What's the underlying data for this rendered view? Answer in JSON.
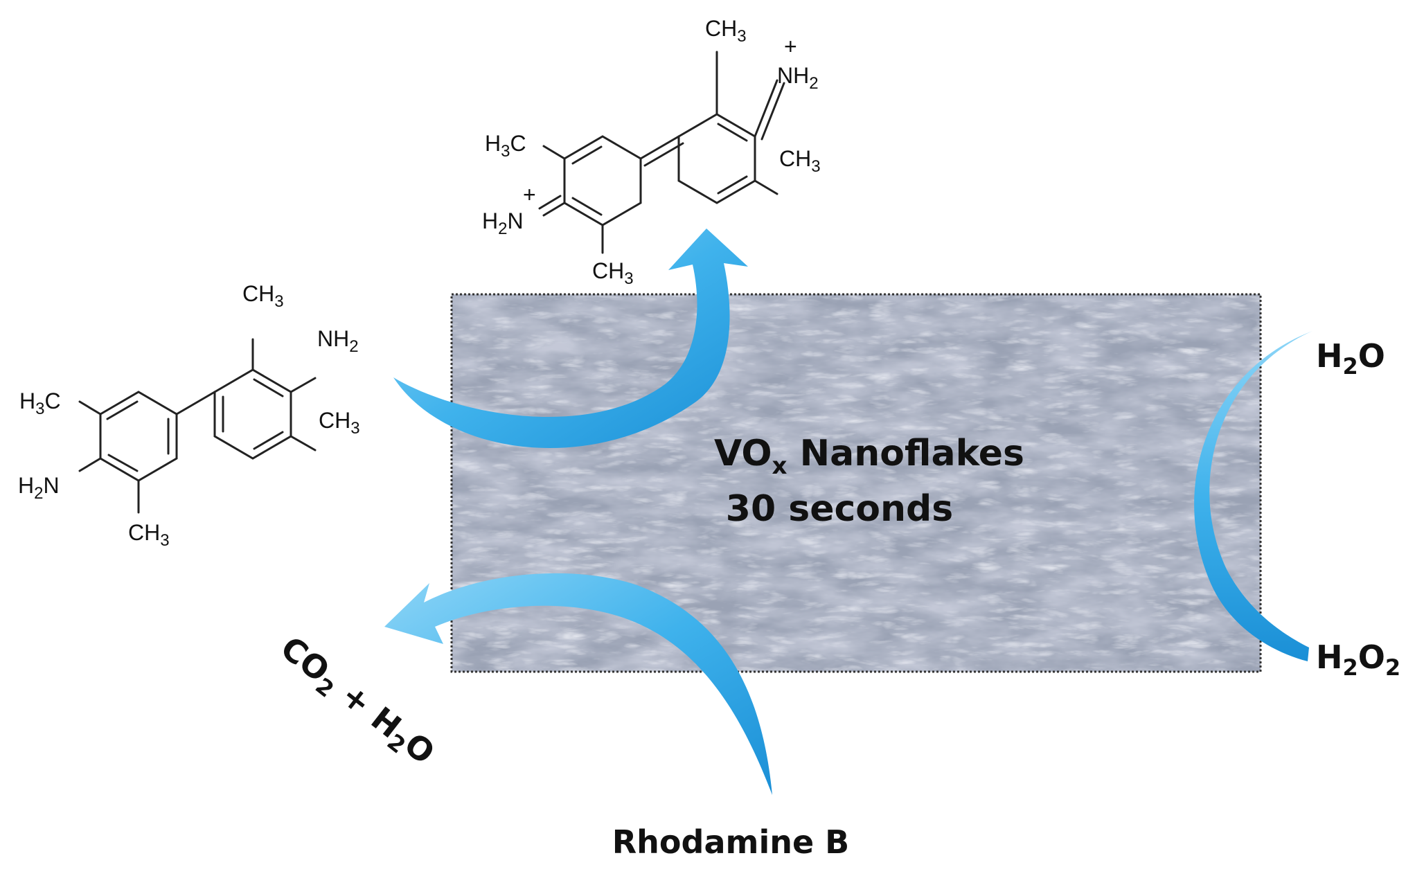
{
  "panel": {
    "title_line1_main": "VO",
    "title_line1_sub": "x",
    "title_line1_rest": " Nanoflakes",
    "title_line2": "30 seconds"
  },
  "labels": {
    "water": {
      "main": "H",
      "sub": "2",
      "rest": "O"
    },
    "peroxide": {
      "main": "H",
      "sub1": "2",
      "mid": "O",
      "sub2": "2"
    },
    "products": {
      "co": "CO",
      "co_sub": "2",
      "plus": " + H",
      "h_sub": "2",
      "o": "O"
    },
    "dye": "Rhodamine B"
  },
  "molecule_reduced": {
    "methyl": "CH",
    "methyl_sub": "3",
    "methyl_left": "H",
    "methyl_left_sub": "3",
    "methyl_left_rest": "C",
    "amine": "NH",
    "amine_sub": "2",
    "amine_left": "H",
    "amine_left_sub": "2",
    "amine_left_rest": "N"
  },
  "molecule_oxidized": {
    "methyl": "CH",
    "methyl_sub": "3",
    "methyl_left": "H",
    "methyl_left_sub": "3",
    "methyl_left_rest": "C",
    "iminium": "NH",
    "iminium_sub": "2",
    "iminium_left": "H",
    "iminium_left_sub": "2",
    "iminium_left_rest": "N",
    "charge": "+"
  },
  "colors": {
    "arrow_light": "#8fd6f7",
    "arrow_mid": "#3fb2ec",
    "arrow_dark": "#1a8fd6",
    "sem_base": "#9aa2b4",
    "sem_frame": "#333333"
  },
  "icons": {
    "arrows": "curved-arrow",
    "panel": "sem-image-texture"
  }
}
